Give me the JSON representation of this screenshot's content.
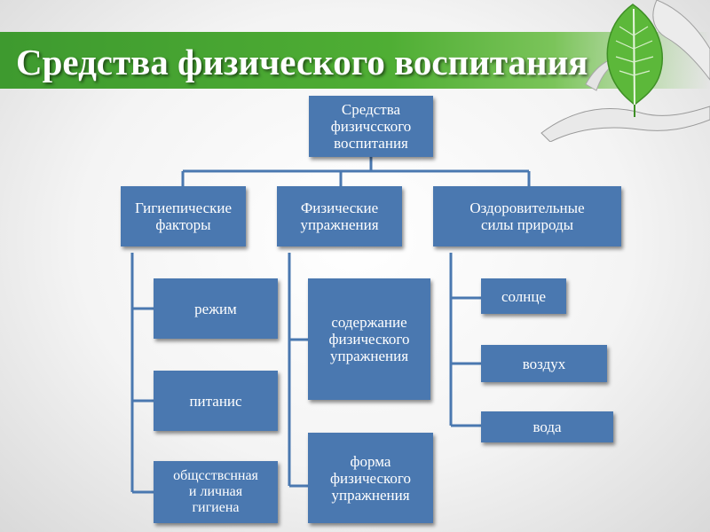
{
  "title": "Средства физического воспитания",
  "root": {
    "label": "Средства\nфизичсского\nвоспитания"
  },
  "categories": [
    {
      "label": "Гигиепические\nфакторы"
    },
    {
      "label": "Физические\nупражнения"
    },
    {
      "label": "Оздоровительные\nсилы природы"
    }
  ],
  "hygiene_items": [
    {
      "label": "режим"
    },
    {
      "label": "питанис"
    },
    {
      "label": "общсствснная\nи личная\nгигиена"
    }
  ],
  "exercise_items": [
    {
      "label": "содержание\nфизического\nупражнения"
    },
    {
      "label": "форма\nфизического\nупражнения"
    }
  ],
  "nature_items": [
    {
      "label": "солнце"
    },
    {
      "label": "воздух"
    },
    {
      "label": "вода"
    }
  ],
  "colors": {
    "box": "#4a78b0",
    "connector": "#4a78b0",
    "title_bar": "#4fae34",
    "leaf": "#5cb83a"
  },
  "icons": [
    "leaf-icon",
    "hands-icon"
  ]
}
